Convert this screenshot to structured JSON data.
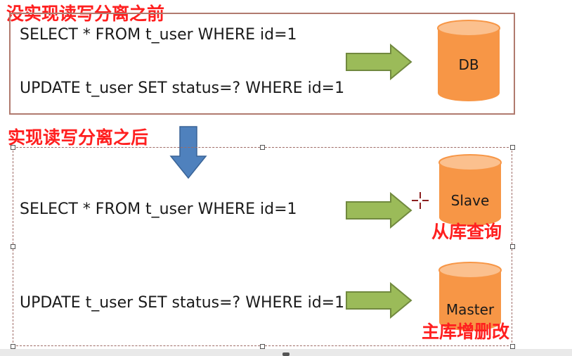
{
  "before": {
    "title": "没实现读写分离之前",
    "query_select": "SELECT * FROM t_user WHERE id=1",
    "query_update": "UPDATE t_user SET status=? WHERE id=1",
    "db_label": "DB"
  },
  "after": {
    "title": "实现读写分离之后",
    "query_select": "SELECT * FROM t_user WHERE id=1",
    "query_update": "UPDATE t_user SET status=? WHERE id=1",
    "slave_label": "Slave",
    "slave_caption": "从库查询",
    "master_label": "Master",
    "master_caption": "主库增删改"
  },
  "colors": {
    "title_red": "#ff1f1f",
    "arrow_green": "#9bbb59",
    "arrow_green_border": "#71893f",
    "arrow_blue": "#4f81bd",
    "cylinder_orange": "#f79646",
    "cylinder_top": "#fbc08e"
  }
}
